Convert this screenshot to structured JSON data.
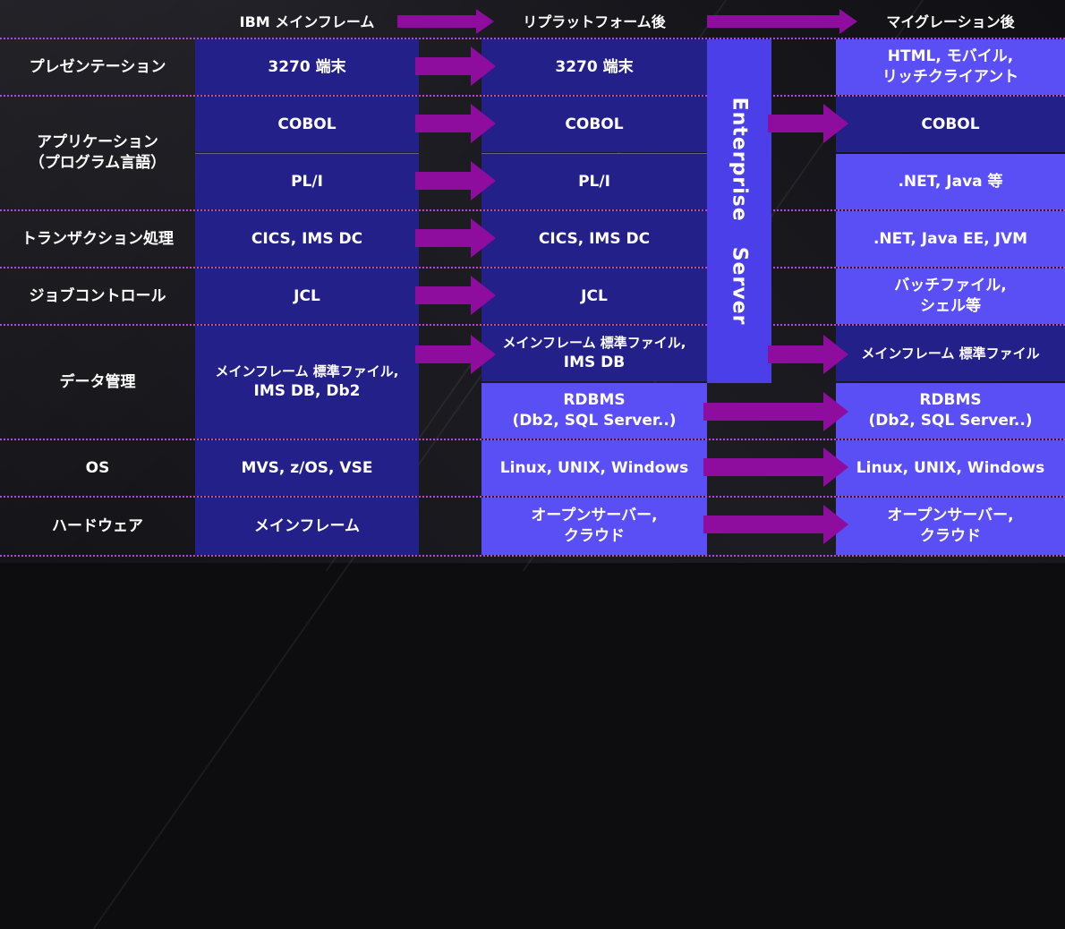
{
  "headers": {
    "col1": "IBM メインフレーム",
    "col2": "リプラットフォーム後",
    "col3": "マイグレーション後"
  },
  "rows": {
    "presentation": "プレゼンテーション",
    "application_line1": "アプリケーション",
    "application_line2": "（プログラム言語）",
    "transaction": "トランザクション処理",
    "job": "ジョブコントロール",
    "data": "データ管理",
    "os": "OS",
    "hardware": "ハードウェア"
  },
  "mainframe": {
    "presentation": "3270 端末",
    "cobol": "COBOL",
    "pli": "PL/I",
    "transaction": "CICS, IMS DC",
    "job": "JCL",
    "data_line1": "メインフレーム 標準ファイル,",
    "data_line2": "IMS DB, Db2",
    "os": "MVS, z/OS, VSE",
    "hardware": "メインフレーム"
  },
  "replatform": {
    "presentation": "3270 端末",
    "cobol": "COBOL",
    "pli": "PL/I",
    "transaction": "CICS, IMS DC",
    "job": "JCL",
    "data_line1": "メインフレーム 標準ファイル,",
    "data_line2": "IMS DB",
    "rdbms_line1": "RDBMS",
    "rdbms_line2": "(Db2, SQL Server..)",
    "os": "Linux, UNIX, Windows",
    "hardware_line1": "オープンサーバー,",
    "hardware_line2": "クラウド"
  },
  "enterprise_server": {
    "word1": "Enterprise",
    "word2": "Server"
  },
  "migration": {
    "presentation_line1": "HTML, モバイル,",
    "presentation_line2": "リッチクライアント",
    "cobol": "COBOL",
    "pli": ".NET, Java 等",
    "transaction": ".NET, Java EE, JVM",
    "job_line1": "バッチファイル,",
    "job_line2": "シェル等",
    "data": "メインフレーム 標準ファイル",
    "rdbms_line1": "RDBMS",
    "rdbms_line2": "(Db2, SQL Server..)",
    "os": "Linux, UNIX, Windows",
    "hardware_line1": "オープンサーバー,",
    "hardware_line2": "クラウド"
  },
  "colors": {
    "arrow": "#8e0c9e",
    "dark_cell": "#23208a",
    "light_cell": "#5a4ef5",
    "divider": "#b04cd9"
  }
}
